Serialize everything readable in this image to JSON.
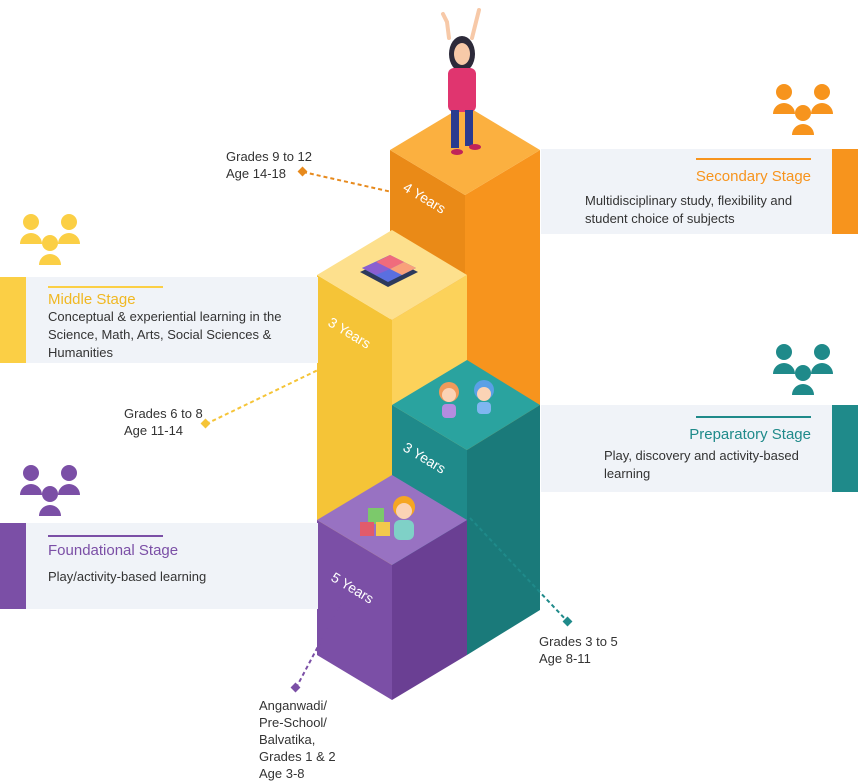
{
  "stages": {
    "secondary": {
      "title": "Secondary Stage",
      "description": "Multidisciplinary study, flexibility and student choice of subjects",
      "years": "4 Years",
      "grades": "Grades 9 to 12\nAge 14-18",
      "color": "#f7941d",
      "icon": "people-group-icon"
    },
    "middle": {
      "title": "Middle Stage",
      "description": "Conceptual & experiential learning in the Science, Math, Arts, Social Sciences & Humanities",
      "years": "3 Years",
      "grades": "Grades 6 to 8\nAge 11-14",
      "color": "#fbcf45",
      "icon": "people-group-icon"
    },
    "preparatory": {
      "title": "Preparatory Stage",
      "description": "Play, discovery and activity-based learning",
      "years": "3 Years",
      "grades": "Grades 3 to 5\nAge 8-11",
      "color": "#1f8a8a",
      "icon": "people-group-icon"
    },
    "foundational": {
      "title": "Foundational Stage",
      "description": "Play/activity-based learning",
      "years": "5 Years",
      "grades": "Anganwadi/\nPre-School/\nBalvatika,\nGrades 1 & 2\nAge 3-8",
      "color": "#7b4fa6",
      "icon": "people-group-icon"
    }
  }
}
